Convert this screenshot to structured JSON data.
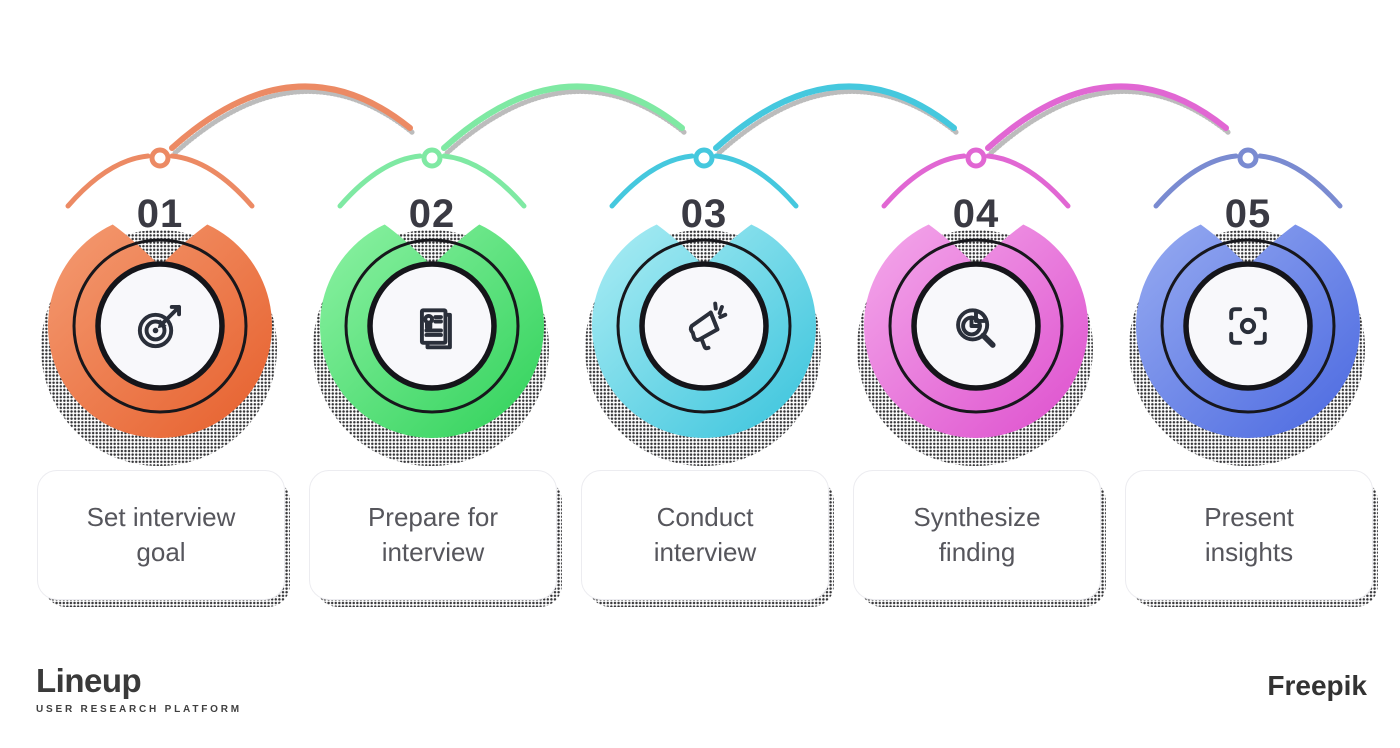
{
  "page": {
    "background": "#ffffff"
  },
  "steps": [
    {
      "number": "01",
      "label": "Set interview goal",
      "label_lines": [
        "Set interview",
        "goal"
      ],
      "icon": "target-icon",
      "color_light": "#F49B72",
      "color_dark": "#E65F2C",
      "arc_color": "#EC8A64"
    },
    {
      "number": "02",
      "label": "Prepare for interview",
      "label_lines": [
        "Prepare for",
        "interview"
      ],
      "icon": "document-icon",
      "color_light": "#8DF2A4",
      "color_dark": "#2FD159",
      "arc_color": "#7FE9A3"
    },
    {
      "number": "03",
      "label": "Conduct interview",
      "label_lines": [
        "Conduct",
        "interview"
      ],
      "icon": "megaphone-icon",
      "color_light": "#ACEDF4",
      "color_dark": "#38C3DC",
      "arc_color": "#45C8DE"
    },
    {
      "number": "04",
      "label": "Synthesize finding",
      "label_lines": [
        "Synthesize",
        "finding"
      ],
      "icon": "pie-search-icon",
      "color_light": "#F4A9EB",
      "color_dark": "#DD4ECD",
      "arc_color": "#E167D3"
    },
    {
      "number": "05",
      "label": "Present insights",
      "label_lines": [
        "Present",
        "insights"
      ],
      "icon": "focus-icon",
      "color_light": "#97ABF1",
      "color_dark": "#4A68E0",
      "arc_color": "#7A8BD1"
    }
  ],
  "footer": {
    "left_logo": "Lineup",
    "left_tagline": "USER RESEARCH PLATFORM",
    "right_logo": "Freepik"
  },
  "style_colors": {
    "ring_outline": "#17171C",
    "inner_circle_fill": "#F8F8FB",
    "icon_stroke": "#2A2F3A",
    "number_text": "#3A3A43",
    "card_text": "#56565C",
    "card_background": "#FFFFFF"
  }
}
